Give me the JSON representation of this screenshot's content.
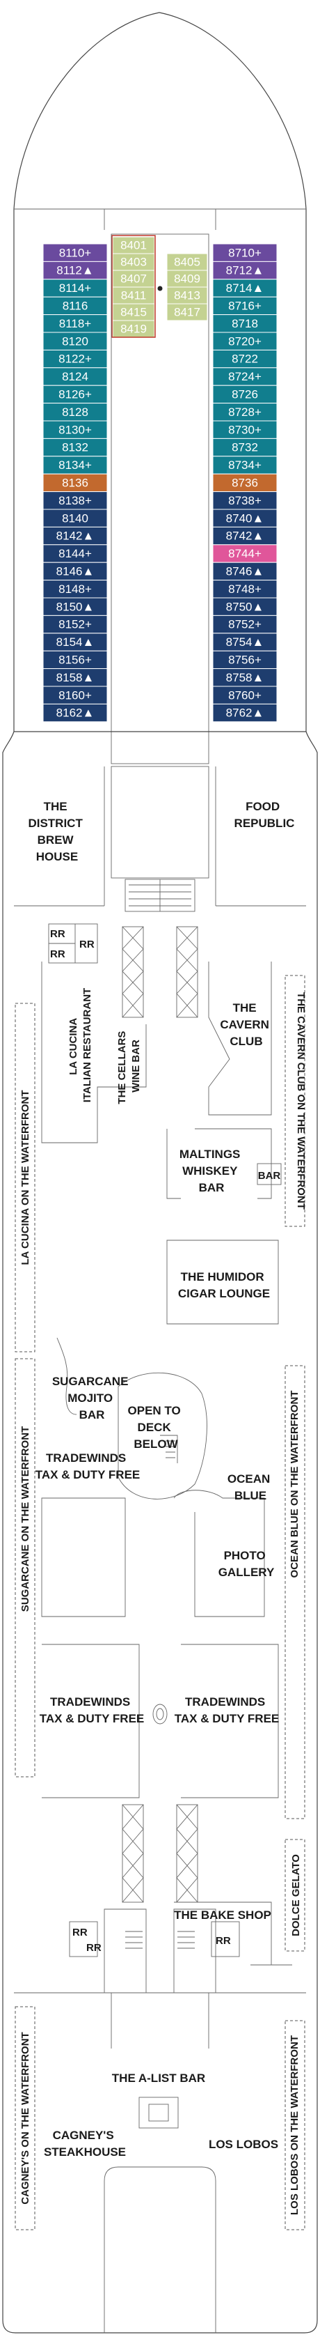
{
  "colors": {
    "purple": "#6a4a9e",
    "teal": "#117e8e",
    "navy": "#1e3d6e",
    "orange": "#c2692e",
    "pink": "#e0569a",
    "inside": "#c4d292",
    "hull": "#ffffff",
    "line": "#444444"
  },
  "cabins": {
    "port": [
      {
        "label": "8110",
        "mark": "+",
        "cat": "purple"
      },
      {
        "label": "8112",
        "mark": "▲",
        "cat": "purple"
      },
      {
        "label": "8114",
        "mark": "+",
        "cat": "teal"
      },
      {
        "label": "8116",
        "mark": "",
        "cat": "teal"
      },
      {
        "label": "8118",
        "mark": "+",
        "cat": "teal"
      },
      {
        "label": "8120",
        "mark": "",
        "cat": "teal"
      },
      {
        "label": "8122",
        "mark": "+",
        "cat": "teal"
      },
      {
        "label": "8124",
        "mark": "",
        "cat": "teal"
      },
      {
        "label": "8126",
        "mark": "+",
        "cat": "teal"
      },
      {
        "label": "8128",
        "mark": "",
        "cat": "teal"
      },
      {
        "label": "8130",
        "mark": "+",
        "cat": "teal"
      },
      {
        "label": "8132",
        "mark": "",
        "cat": "teal"
      },
      {
        "label": "8134",
        "mark": "+",
        "cat": "teal"
      },
      {
        "label": "8136",
        "mark": "",
        "cat": "orange"
      },
      {
        "label": "8138",
        "mark": "+",
        "cat": "navy"
      },
      {
        "label": "8140",
        "mark": "",
        "cat": "navy"
      },
      {
        "label": "8142",
        "mark": "▲",
        "cat": "navy"
      },
      {
        "label": "8144",
        "mark": "+",
        "cat": "navy"
      },
      {
        "label": "8146",
        "mark": "▲",
        "cat": "navy"
      },
      {
        "label": "8148",
        "mark": "+",
        "cat": "navy"
      },
      {
        "label": "8150",
        "mark": "▲",
        "cat": "navy"
      },
      {
        "label": "8152",
        "mark": "+",
        "cat": "navy"
      },
      {
        "label": "8154",
        "mark": "▲",
        "cat": "navy"
      },
      {
        "label": "8156",
        "mark": "+",
        "cat": "navy"
      },
      {
        "label": "8158",
        "mark": "▲",
        "cat": "navy"
      },
      {
        "label": "8160",
        "mark": "+",
        "cat": "navy"
      },
      {
        "label": "8162",
        "mark": "▲",
        "cat": "navy"
      }
    ],
    "starboard": [
      {
        "label": "8710",
        "mark": "+",
        "cat": "purple"
      },
      {
        "label": "8712",
        "mark": "▲",
        "cat": "purple"
      },
      {
        "label": "8714",
        "mark": "▲",
        "cat": "teal"
      },
      {
        "label": "8716",
        "mark": "+",
        "cat": "teal"
      },
      {
        "label": "8718",
        "mark": "",
        "cat": "teal"
      },
      {
        "label": "8720",
        "mark": "+",
        "cat": "teal"
      },
      {
        "label": "8722",
        "mark": "",
        "cat": "teal"
      },
      {
        "label": "8724",
        "mark": "+",
        "cat": "teal"
      },
      {
        "label": "8726",
        "mark": "",
        "cat": "teal"
      },
      {
        "label": "8728",
        "mark": "+",
        "cat": "teal"
      },
      {
        "label": "8730",
        "mark": "+",
        "cat": "teal"
      },
      {
        "label": "8732",
        "mark": "",
        "cat": "teal"
      },
      {
        "label": "8734",
        "mark": "+",
        "cat": "teal"
      },
      {
        "label": "8736",
        "mark": "",
        "cat": "orange"
      },
      {
        "label": "8738",
        "mark": "+",
        "cat": "navy"
      },
      {
        "label": "8740",
        "mark": "▲",
        "cat": "navy"
      },
      {
        "label": "8742",
        "mark": "▲",
        "cat": "navy"
      },
      {
        "label": "8744",
        "mark": "+",
        "cat": "pink"
      },
      {
        "label": "8746",
        "mark": "▲",
        "cat": "navy"
      },
      {
        "label": "8748",
        "mark": "+",
        "cat": "navy"
      },
      {
        "label": "8750",
        "mark": "▲",
        "cat": "navy"
      },
      {
        "label": "8752",
        "mark": "+",
        "cat": "navy"
      },
      {
        "label": "8754",
        "mark": "▲",
        "cat": "navy"
      },
      {
        "label": "8756",
        "mark": "+",
        "cat": "navy"
      },
      {
        "label": "8758",
        "mark": "▲",
        "cat": "navy"
      },
      {
        "label": "8760",
        "mark": "+",
        "cat": "navy"
      },
      {
        "label": "8762",
        "mark": "▲",
        "cat": "navy"
      }
    ],
    "inside_left": [
      "8401",
      "8403",
      "8407",
      "8411",
      "8415",
      "8419"
    ],
    "inside_right": [
      "8405",
      "8409",
      "8413",
      "8417"
    ]
  },
  "venues": {
    "district_brew": [
      "THE",
      "DISTRICT",
      "BREW",
      "HOUSE"
    ],
    "food_republic": [
      "FOOD",
      "REPUBLIC"
    ],
    "la_cucina": [
      "LA CUCINA",
      "ITALIAN RESTAURANT"
    ],
    "cellars": [
      "THE CELLARS",
      "WINE BAR"
    ],
    "cavern_club": [
      "THE",
      "CAVERN",
      "CLUB"
    ],
    "maltings": [
      "MALTINGS",
      "WHISKEY",
      "BAR"
    ],
    "bar": "BAR",
    "humidor": [
      "THE HUMIDOR",
      "CIGAR LOUNGE"
    ],
    "sugarcane": [
      "SUGARCANE",
      "MOJITO",
      "BAR"
    ],
    "open_to_deck": [
      "OPEN TO",
      "DECK",
      "BELOW"
    ],
    "tradewinds_upper": [
      "TRADEWINDS",
      "TAX & DUTY FREE"
    ],
    "ocean_blue": [
      "OCEAN",
      "BLUE"
    ],
    "photo_gallery": [
      "PHOTO",
      "GALLERY"
    ],
    "tradewinds_left": [
      "TRADEWINDS",
      "TAX & DUTY FREE"
    ],
    "tradewinds_right": [
      "TRADEWINDS",
      "TAX & DUTY FREE"
    ],
    "bake_shop": "THE BAKE SHOP",
    "dolce_gelato": "DOLCE GELATO",
    "a_list_bar": "THE A-LIST BAR",
    "cagneys": [
      "CAGNEY'S",
      "STEAKHOUSE"
    ],
    "los_lobos": "LOS LOBOS",
    "rr": "RR"
  },
  "waterfront": {
    "la_cucina": "LA CUCINA ON THE WATERFRONT",
    "cavern_club": "THE CAVERN CLUB ON THE WATERFRONT",
    "sugarcane": "SUGARCANE ON THE WATERFRONT",
    "ocean_blue": "OCEAN BLUE ON THE WATERFRONT",
    "cagneys": "CAGNEY'S ON THE WATERFRONT",
    "los_lobos": "LOS LOBOS ON THE WATERFRONT"
  }
}
